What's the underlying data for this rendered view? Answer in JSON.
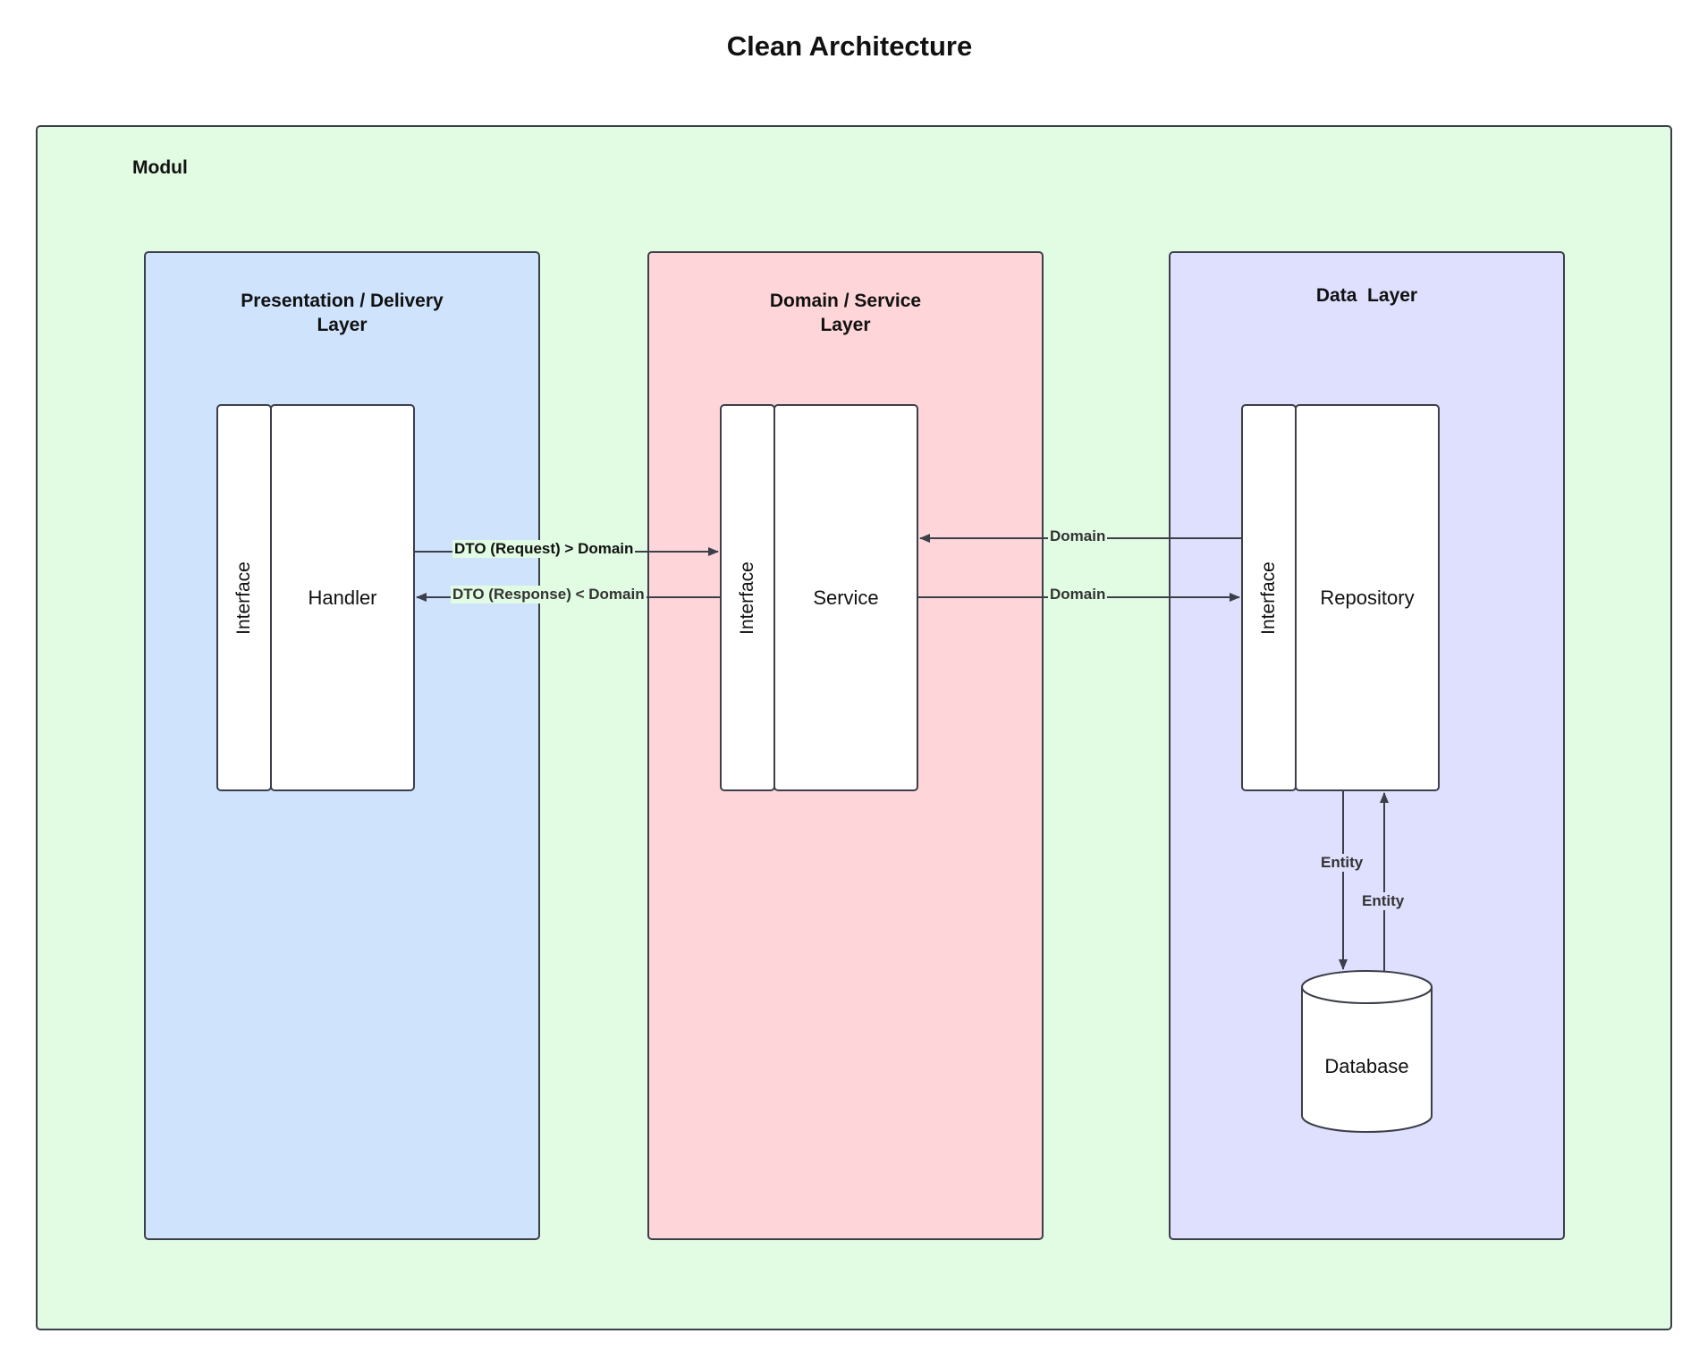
{
  "title": "Clean Architecture",
  "modul_label": "Modul",
  "layers": {
    "presentation": {
      "title": "Presentation / Delivery\nLayer",
      "interface_label": "Interface",
      "component_label": "Handler"
    },
    "domain": {
      "title": "Domain / Service\nLayer",
      "interface_label": "Interface",
      "component_label": "Service"
    },
    "data": {
      "title": "Data  Layer",
      "interface_label": "Interface",
      "component_label": "Repository"
    }
  },
  "database_label": "Database",
  "edges": {
    "handler_to_service": "DTO (Request) > Domain",
    "service_to_handler": "DTO (Response) < Domain",
    "repository_to_service": "Domain",
    "service_to_repository": "Domain",
    "repository_to_database": "Entity",
    "database_to_repository": "Entity"
  },
  "colors": {
    "modul_bg": "#e2fbe3",
    "presentation_bg": "#cfe3fd",
    "domain_bg": "#fed6d9",
    "data_bg": "#dfdffe",
    "stroke": "#3c3f4a"
  }
}
